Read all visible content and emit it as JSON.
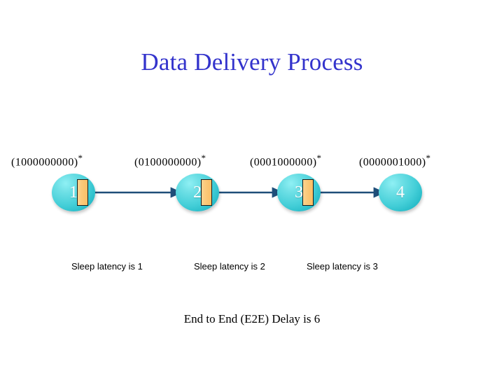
{
  "slide": {
    "title": "Data Delivery Process",
    "title_color": "#3333CC",
    "background_color": "#FFFFFF"
  },
  "colors": {
    "title_blue": "#3333CC",
    "node_fill": "#45CFD8",
    "node_highlight": "#8FF0F4",
    "node_shadow": "#1AA9B8",
    "buffer_fill": "#FBC878",
    "buffer_border": "#1A1A1A",
    "link_line": "#1F4E79",
    "text_black": "#000000"
  },
  "state_labels": [
    {
      "text": "(1000000000)",
      "star": "*"
    },
    {
      "text": "(0100000000)",
      "star": "*"
    },
    {
      "text": "(0001000000)",
      "star": "*"
    },
    {
      "text": "(0000001000)",
      "star": "*"
    }
  ],
  "nodes": [
    {
      "label": "1",
      "has_buffer": true
    },
    {
      "label": "2",
      "has_buffer": true
    },
    {
      "label": "3",
      "has_buffer": true
    },
    {
      "label": "4",
      "has_buffer": false
    }
  ],
  "links": [
    {
      "from": "1",
      "to": "2",
      "direction": "right"
    },
    {
      "from": "2",
      "to": "3",
      "direction": "right"
    },
    {
      "from": "3",
      "to": "4",
      "direction": "right"
    }
  ],
  "latency_labels": [
    "Sleep latency is 1",
    "Sleep latency is 2",
    "Sleep latency is 3"
  ],
  "footer": {
    "e2e_text": "End to End (E2E) Delay is 6"
  }
}
